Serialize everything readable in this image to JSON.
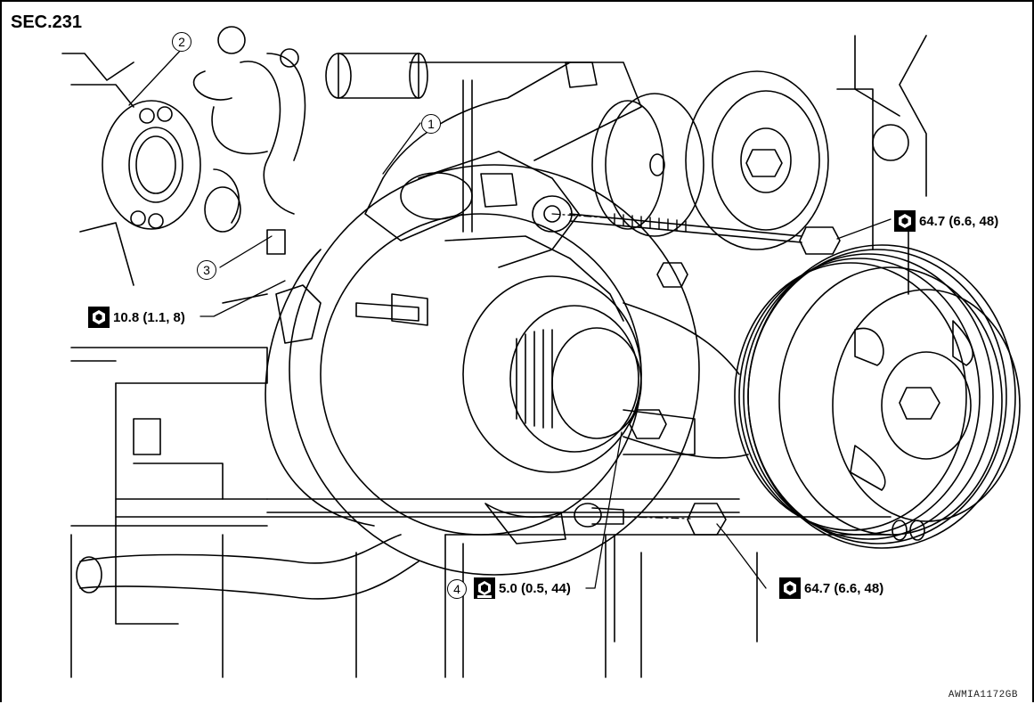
{
  "section": "SEC.231",
  "figure_code": "AWMIA1172GB",
  "callouts": {
    "c1": "1",
    "c2": "2",
    "c3": "3",
    "c4": "4"
  },
  "torques": {
    "bracket_bolt_upper": "64.7 (6.6, 48)",
    "terminal_nut": "10.8 (1.1, 8)",
    "terminal_nut_b": "5.0 (0.5, 44)",
    "bracket_bolt_lower": "64.7 (6.6, 48)"
  },
  "icons": {
    "torque_nm": "socket-wrench-icon",
    "torque_small": "filled-socket-icon"
  },
  "colors": {
    "line": "#000000",
    "background": "#ffffff"
  }
}
